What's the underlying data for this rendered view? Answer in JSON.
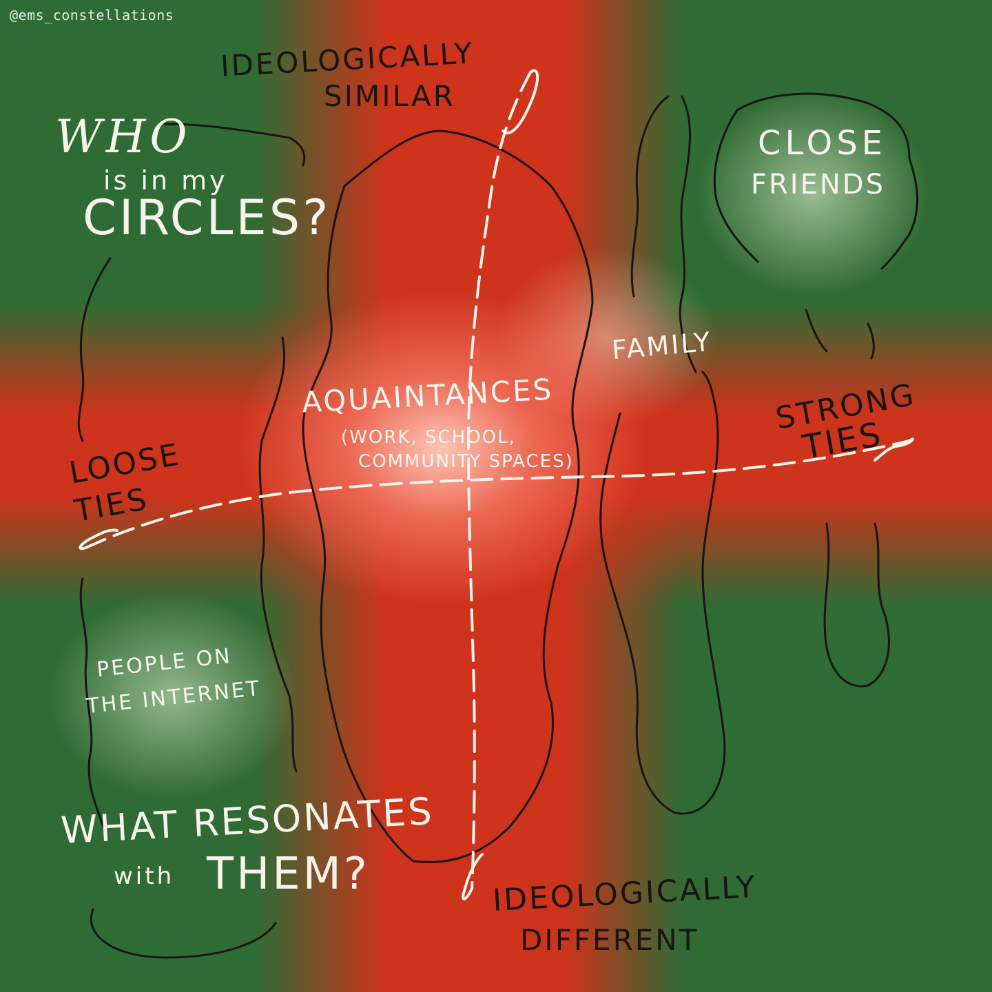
{
  "watermark": "@ems_constellations",
  "title": {
    "line1": "WHO",
    "line2": "is in my",
    "line3": "CIRCLES?"
  },
  "axes": {
    "top_line1": "IDEOLOGICALLY",
    "top_line2": "SIMILAR",
    "bottom_line1": "IDEOLOGICALLY",
    "bottom_line2": "DIFFERENT",
    "left_line1": "LOOSE",
    "left_line2": "TIES",
    "right_line1": "STRONG",
    "right_line2": "TIES"
  },
  "groups": {
    "close_friends_line1": "CLOSE",
    "close_friends_line2": "FRIENDS",
    "family": "FAMILY",
    "acquaintances": "AQUAINTANCES",
    "acquaintances_sub1": "(WORK, SCHOOL,",
    "acquaintances_sub2": "COMMUNITY SPACES)",
    "internet_line1": "PEOPLE ON",
    "internet_line2": "THE INTERNET"
  },
  "question": {
    "line1": "WHAT RESONATES",
    "line2a": "with",
    "line2b": "THEM?"
  },
  "colors": {
    "green": "#2f6b34",
    "red": "#d6301a",
    "chalk": "#f7f4ec",
    "ink": "#1a1412"
  }
}
